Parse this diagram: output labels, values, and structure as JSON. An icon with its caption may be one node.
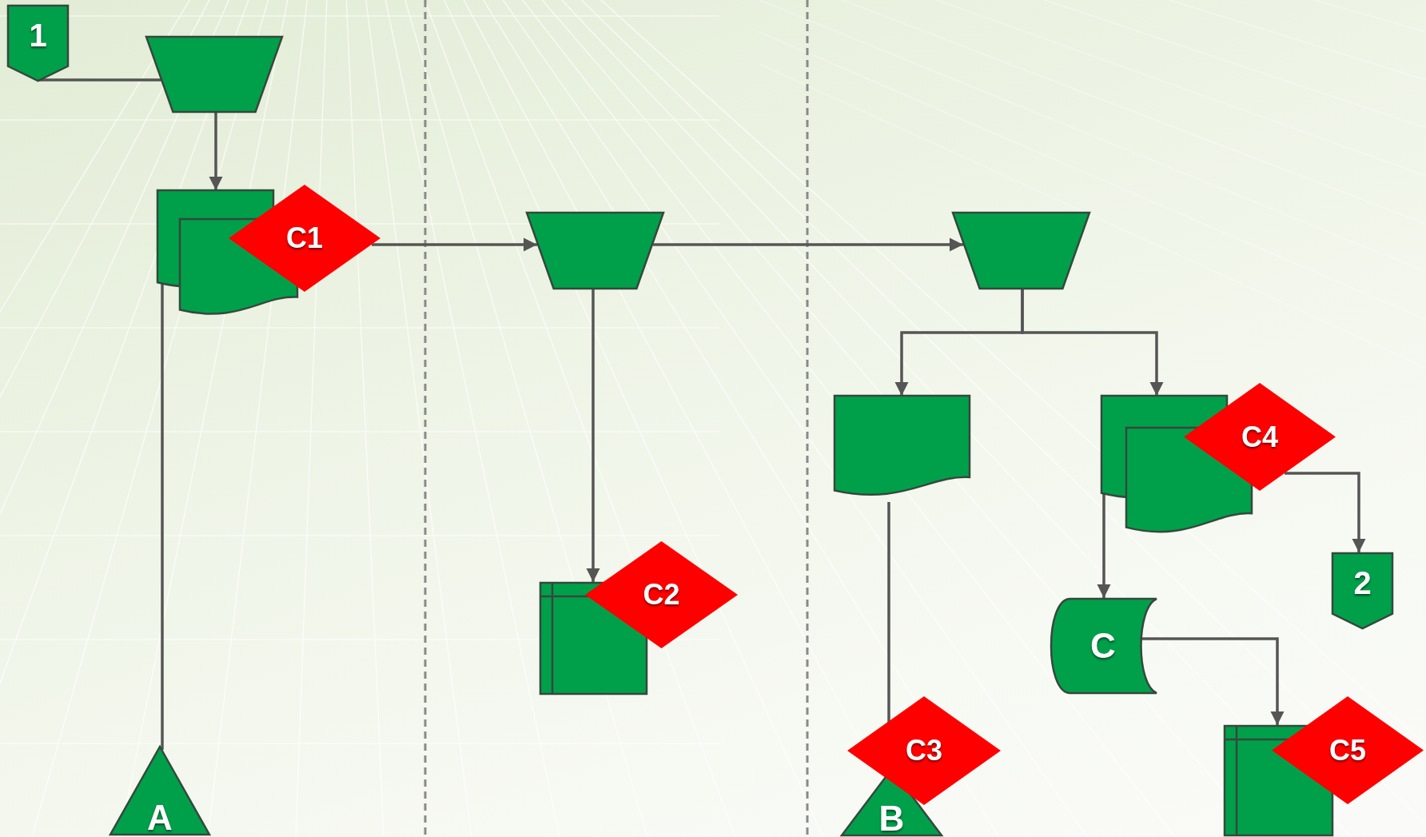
{
  "diagram": {
    "nodes": [
      {
        "text": [
          "1"
        ]
      },
      {
        "text": [],
        "shape": "trapezoid"
      },
      {
        "text": [],
        "shape": "document"
      },
      {
        "text": [
          "C1"
        ]
      },
      {
        "text": [],
        "shape": "trapezoid"
      },
      {
        "text": [],
        "shape": "trapezoid"
      },
      {
        "text": [
          "A"
        ]
      },
      {
        "text": [],
        "shape": "box"
      },
      {
        "text": [
          "C2"
        ]
      },
      {
        "text": [],
        "shape": "document"
      },
      {
        "text": [],
        "shape": "document"
      },
      {
        "text": [
          "C4"
        ]
      },
      {
        "text": [
          "2"
        ]
      },
      {
        "text": [
          "C"
        ]
      },
      {
        "text": [
          "B"
        ]
      },
      {
        "text": [
          "C3"
        ]
      },
      {
        "text": [],
        "shape": "box"
      },
      {
        "text": [
          "C5"
        ]
      }
    ],
    "edges": [
      {
        "from": 0,
        "to": 1,
        "arrow": "none"
      },
      {
        "from": 1,
        "to": 2,
        "arrow": "to"
      },
      {
        "from": 3,
        "to": 4,
        "arrow": "to"
      },
      {
        "from": 2,
        "to": 6,
        "arrow": "none"
      },
      {
        "from": 4,
        "to": 7,
        "arrow": "to"
      },
      {
        "from": 4,
        "to": 5,
        "arrow": "to"
      },
      {
        "from": 5,
        "to": 9,
        "arrow": "to"
      },
      {
        "from": 5,
        "to": 10,
        "arrow": "to"
      },
      {
        "from": 9,
        "to": 15,
        "arrow": "none"
      },
      {
        "from": 10,
        "to": 13,
        "arrow": "to"
      },
      {
        "from": 11,
        "to": 12,
        "arrow": "to"
      },
      {
        "from": 13,
        "to": 16,
        "arrow": "to"
      }
    ]
  }
}
